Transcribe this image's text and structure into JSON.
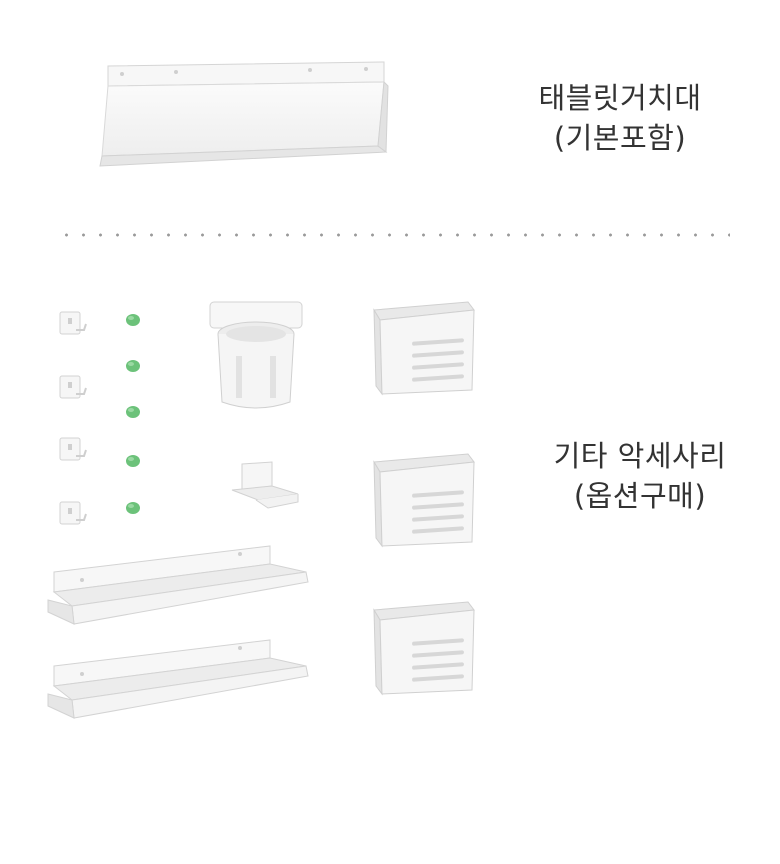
{
  "sections": [
    {
      "title": "태블릿거치대",
      "subtitle": "(기본포함)"
    },
    {
      "title": "기타 악세사리",
      "subtitle": "(옵션구매)"
    }
  ],
  "colors": {
    "background": "#ffffff",
    "product_white": "#f4f4f4",
    "product_shadow": "#d6d6d6",
    "hook_pin_green": "#6cc27a",
    "divider_dots": "#9a9a9a",
    "text": "#333333"
  },
  "icons": {
    "tablet_stand": "tablet-stand-shelf-icon",
    "wall_hook": "wall-hook-icon",
    "peg": "green-peg-icon",
    "cup_holder": "cup-holder-icon",
    "small_hook": "small-hook-icon",
    "long_shelf": "long-shelf-icon",
    "storage_box": "storage-box-icon"
  }
}
